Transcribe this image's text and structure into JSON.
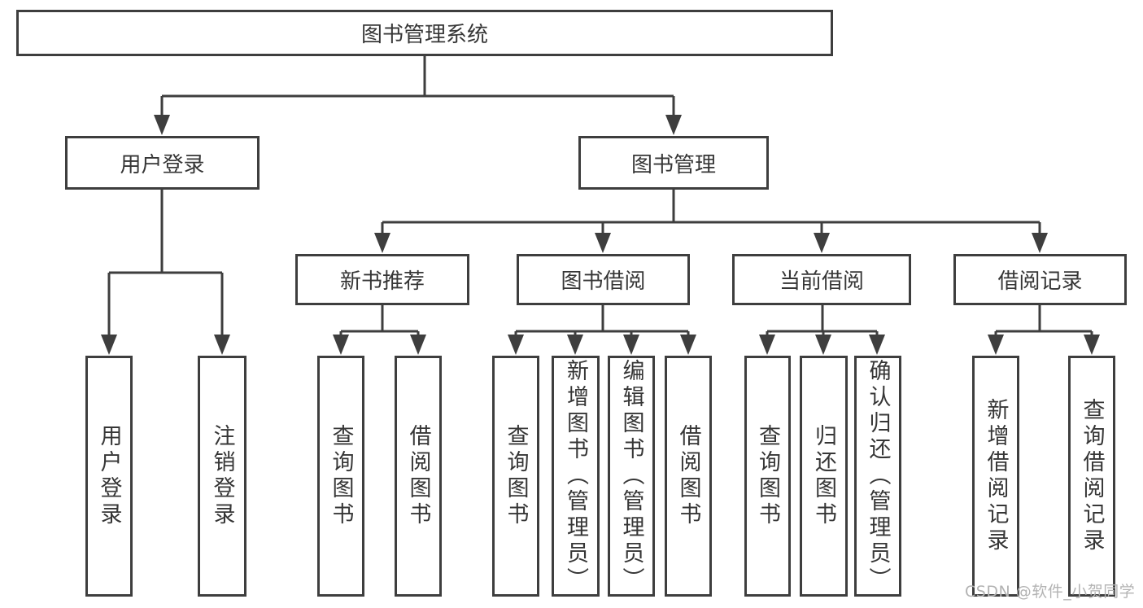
{
  "colors": {
    "line": "#3e3e3e",
    "text": "#363636",
    "watermark": "#b3b3b3",
    "background": "#ffffff"
  },
  "tree": {
    "label": "图书管理系统",
    "children": [
      {
        "label": "用户登录",
        "children": [
          {
            "label": "用户登录"
          },
          {
            "label": "注销登录"
          }
        ]
      },
      {
        "label": "图书管理",
        "children": [
          {
            "label": "新书推荐",
            "children": [
              {
                "label": "查询图书"
              },
              {
                "label": "借阅图书"
              }
            ]
          },
          {
            "label": "图书借阅",
            "children": [
              {
                "label": "查询图书"
              },
              {
                "label": "新增图书（管理员）"
              },
              {
                "label": "编辑图书（管理员）"
              },
              {
                "label": "借阅图书"
              }
            ]
          },
          {
            "label": "当前借阅",
            "children": [
              {
                "label": "查询图书"
              },
              {
                "label": "归还图书"
              },
              {
                "label": "确认归还（管理员）"
              }
            ]
          },
          {
            "label": "借阅记录",
            "children": [
              {
                "label": "新增借阅记录"
              },
              {
                "label": "查询借阅记录"
              }
            ]
          }
        ]
      }
    ]
  },
  "watermark": {
    "text": "CSDN @软件_小贺同学"
  }
}
